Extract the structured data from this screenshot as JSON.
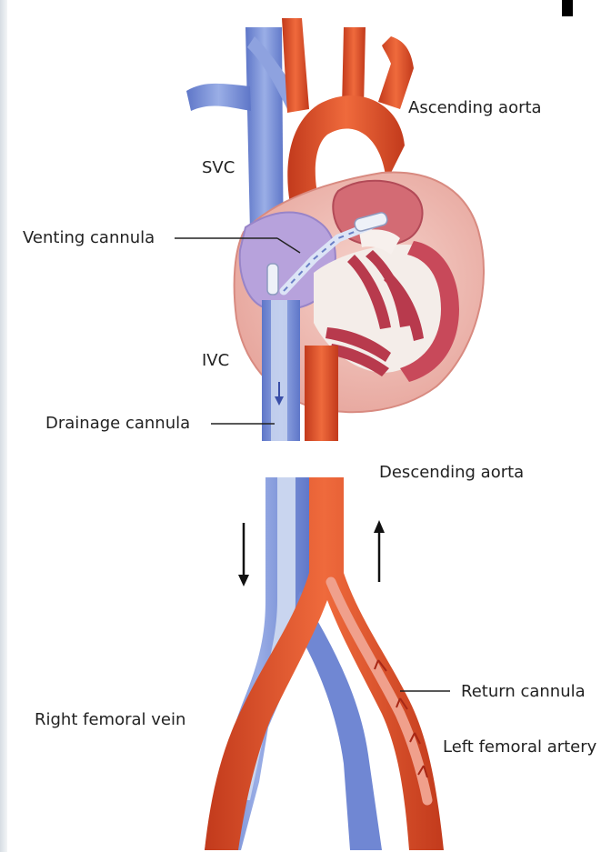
{
  "labels": {
    "ascending_aorta": "Ascending aorta",
    "svc": "SVC",
    "venting_cannula": "Venting cannula",
    "ivc": "IVC",
    "drainage_cannula": "Drainage cannula",
    "descending_aorta": "Descending aorta",
    "return_cannula": "Return cannula",
    "right_femoral_vein": "Right femoral vein",
    "left_femoral_artery": "Left femoral artery"
  },
  "colors": {
    "artery": "#e0502c",
    "artery_dark": "#b8361d",
    "vein": "#7d93d8",
    "vein_dark": "#5a6fbf",
    "heart_outer": "#e9a39b",
    "heart_muscle": "#c8495a",
    "atrium": "#b9a3dc",
    "cannula": "#c7d3ee"
  },
  "icons": {
    "down_arrow": "down-arrow-icon",
    "up_arrow": "up-arrow-icon"
  }
}
